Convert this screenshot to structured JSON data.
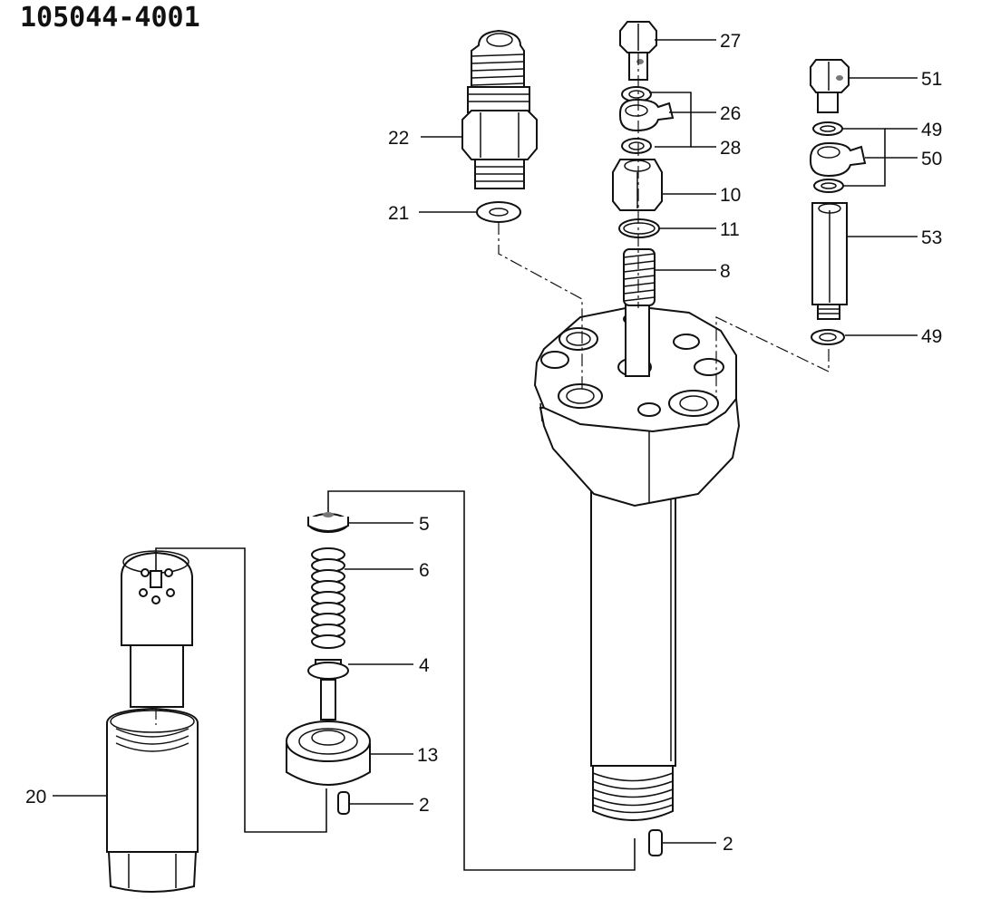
{
  "document": {
    "title": "105044-4001"
  },
  "callouts": {
    "p27": "27",
    "p26": "26",
    "p28": "28",
    "p10": "10",
    "p11": "11",
    "p8": "8",
    "p51": "51",
    "p49a": "49",
    "p50": "50",
    "p53": "53",
    "p49b": "49",
    "p22": "22",
    "p21": "21",
    "p5": "5",
    "p6": "6",
    "p4": "4",
    "p13": "13",
    "p2a": "2",
    "p2b": "2",
    "p20": "20"
  },
  "colors": {
    "ink": "#111111",
    "paper": "#ffffff"
  }
}
